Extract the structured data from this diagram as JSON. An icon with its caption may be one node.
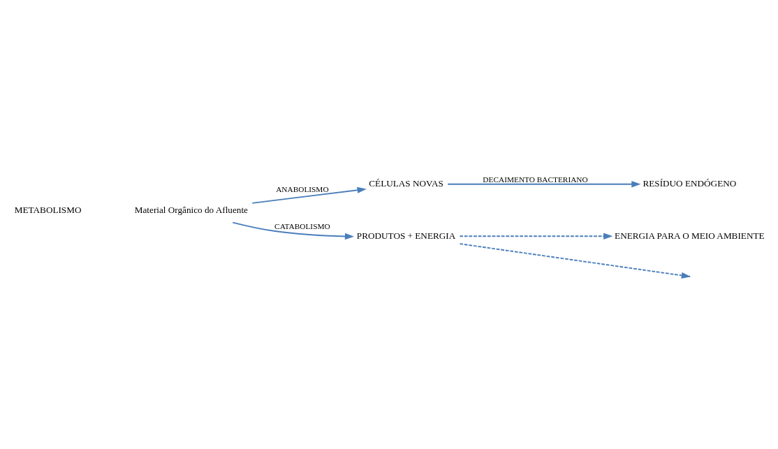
{
  "diagram": {
    "nodes": [
      {
        "text": [
          "Material Orgânico do Afluente"
        ]
      },
      {
        "text": [
          "CÉLULAS NOVAS"
        ]
      },
      {
        "text": [
          "PRODUTOS + ENERGIA"
        ]
      },
      {
        "text": [
          "RESÍDUO ENDÓGENO"
        ]
      },
      {
        "text": [
          "ENERGIA PARA O MEIO AMBIENTE"
        ]
      }
    ],
    "edges": [
      {
        "from": 0,
        "to": 1,
        "arrow": "to",
        "label": "ANABOLISMO"
      },
      {
        "from": 0,
        "to": 2,
        "arrow": "to",
        "label": "CATABOLISMO"
      },
      {
        "from": 1,
        "to": 3,
        "arrow": "to",
        "label": "DECAIMENTO BACTERIANO"
      },
      {
        "from": 2,
        "to": null,
        "arrow": "to",
        "style": "dashed"
      },
      {
        "from": 2,
        "to": 4,
        "arrow": "to",
        "style": "dashed"
      }
    ],
    "labels": [
      "METABOLISMO"
    ]
  }
}
